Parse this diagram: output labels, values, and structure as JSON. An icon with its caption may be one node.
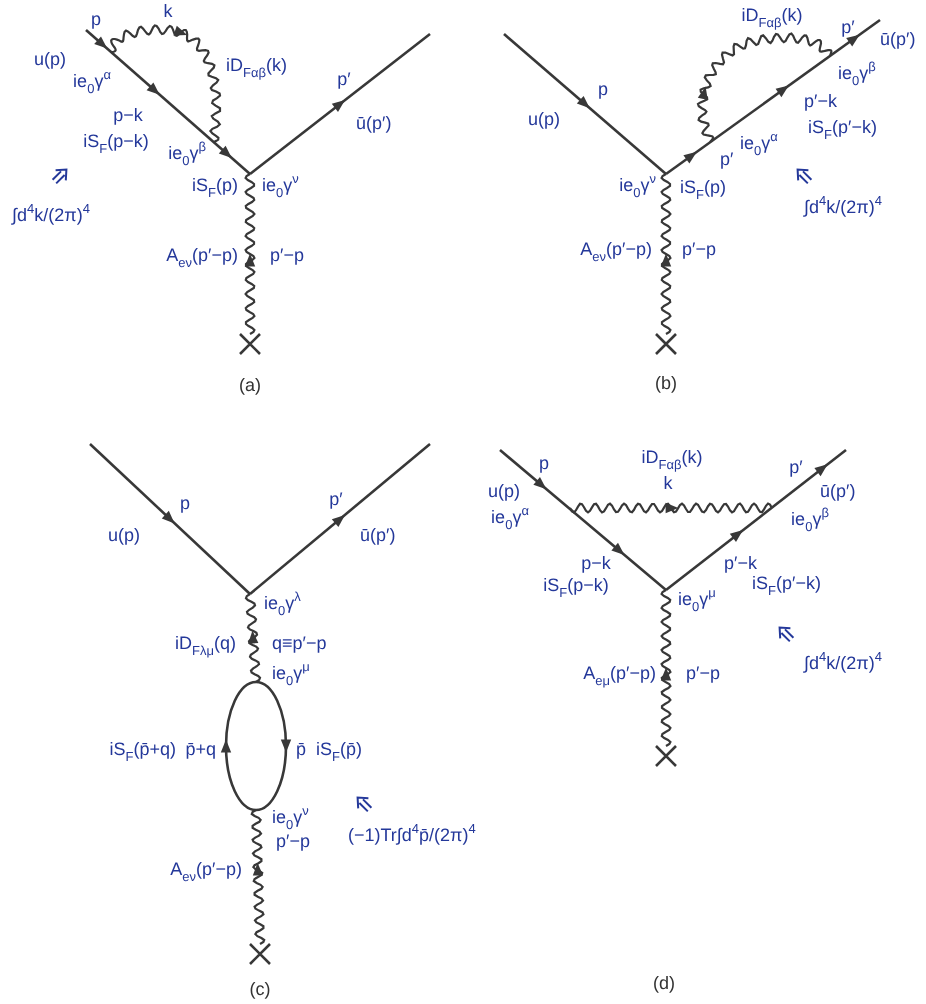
{
  "diagram": {
    "labels": [
      "p",
      "u(p)",
      "ie$_{0}$γ$^{α}$",
      "k",
      "iD$_{Fαβ}$(k)",
      "p−k",
      "iS$_{F}$(p−k)",
      "ie$_{0}$γ$^{β}$",
      "iS$_{F}$(p)",
      "ie$_{0}$γ$^{ν}$",
      "p′",
      "ū(p′)",
      "∫d$^{4}$k/(2π)$^{4}$",
      "A$_{eν}$(p′−p)",
      "p′−p",
      "(a)",
      "p",
      "u(p)",
      "ie$_{0}$γ$^{ν}$",
      "iS$_{F}$(p)",
      "p′",
      "ie$_{0}$γ$^{α}$",
      "iD$_{Fαβ}$(k)",
      "p′",
      "ū(p′)",
      "ie$_{0}$γ$^{β}$",
      "p′−k",
      "iS$_{F}$(p′−k)",
      "∫d$^{4}$k/(2π)$^{4}$",
      "A$_{eν}$(p′−p)",
      "p′−p",
      "(b)",
      "p",
      "u(p)",
      "p′",
      "ū(p′)",
      "ie$_{0}$γ$^{λ}$",
      "iD$_{Fλμ}$(q)",
      "q≡p′−p",
      "ie$_{0}$γ$^{μ}$",
      "iS$_{F}$(p̄+q)",
      "p̄+q",
      "p̄",
      "iS$_{F}$(p̄)",
      "ie$_{0}$γ$^{ν}$",
      "p′−p",
      "(−1)Tr∫d$^{4}$p̄/(2π)$^{4}$",
      "A$_{eν}$(p′−p)",
      "(c)",
      "p",
      "u(p)",
      "ie$_{0}$γ$^{α}$",
      "iD$_{Fαβ}$(k)",
      "k",
      "p′",
      "ū(p′)",
      "ie$_{0}$γ$^{β}$",
      "p−k",
      "iS$_{F}$(p−k)",
      "p′−k",
      "iS$_{F}$(p′−k)",
      "ie$_{0}$γ$^{μ}$",
      "∫d$^{4}$k/(2π)$^{4}$",
      "A$_{eμ}$(p′−p)",
      "p′−p",
      "(d)"
    ]
  }
}
